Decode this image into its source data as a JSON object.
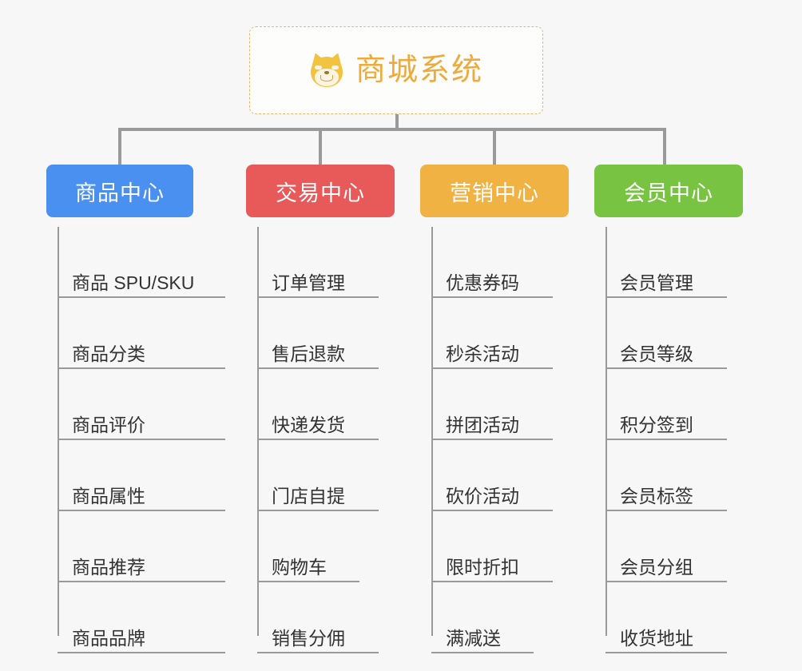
{
  "root": {
    "title": "商城系统",
    "icon": "shiba-inu-icon",
    "border_color": "#e8b765",
    "text_color": "#eeab3c",
    "background": "#fdfdfc"
  },
  "canvas": {
    "background": "#f7f7f7",
    "connector_color": "#9a9a9a"
  },
  "columns": [
    {
      "title": "商品中心",
      "color": "#4a90f0",
      "items": [
        {
          "label": "商品 SPU/SKU"
        },
        {
          "label": "商品分类"
        },
        {
          "label": "商品评价"
        },
        {
          "label": "商品属性"
        },
        {
          "label": "商品推荐"
        },
        {
          "label": "商品品牌"
        }
      ]
    },
    {
      "title": "交易中心",
      "color": "#e85a5a",
      "items": [
        {
          "label": "订单管理"
        },
        {
          "label": "售后退款"
        },
        {
          "label": "快递发货"
        },
        {
          "label": "门店自提"
        },
        {
          "label": "购物车"
        },
        {
          "label": "销售分佣"
        }
      ]
    },
    {
      "title": "营销中心",
      "color": "#efb243",
      "items": [
        {
          "label": "优惠券码"
        },
        {
          "label": "秒杀活动"
        },
        {
          "label": "拼团活动"
        },
        {
          "label": "砍价活动"
        },
        {
          "label": "限时折扣"
        },
        {
          "label": "满减送"
        }
      ]
    },
    {
      "title": "会员中心",
      "color": "#78c342",
      "items": [
        {
          "label": "会员管理"
        },
        {
          "label": "会员等级"
        },
        {
          "label": "积分签到"
        },
        {
          "label": "会员标签"
        },
        {
          "label": "会员分组"
        },
        {
          "label": "收货地址"
        }
      ]
    }
  ]
}
